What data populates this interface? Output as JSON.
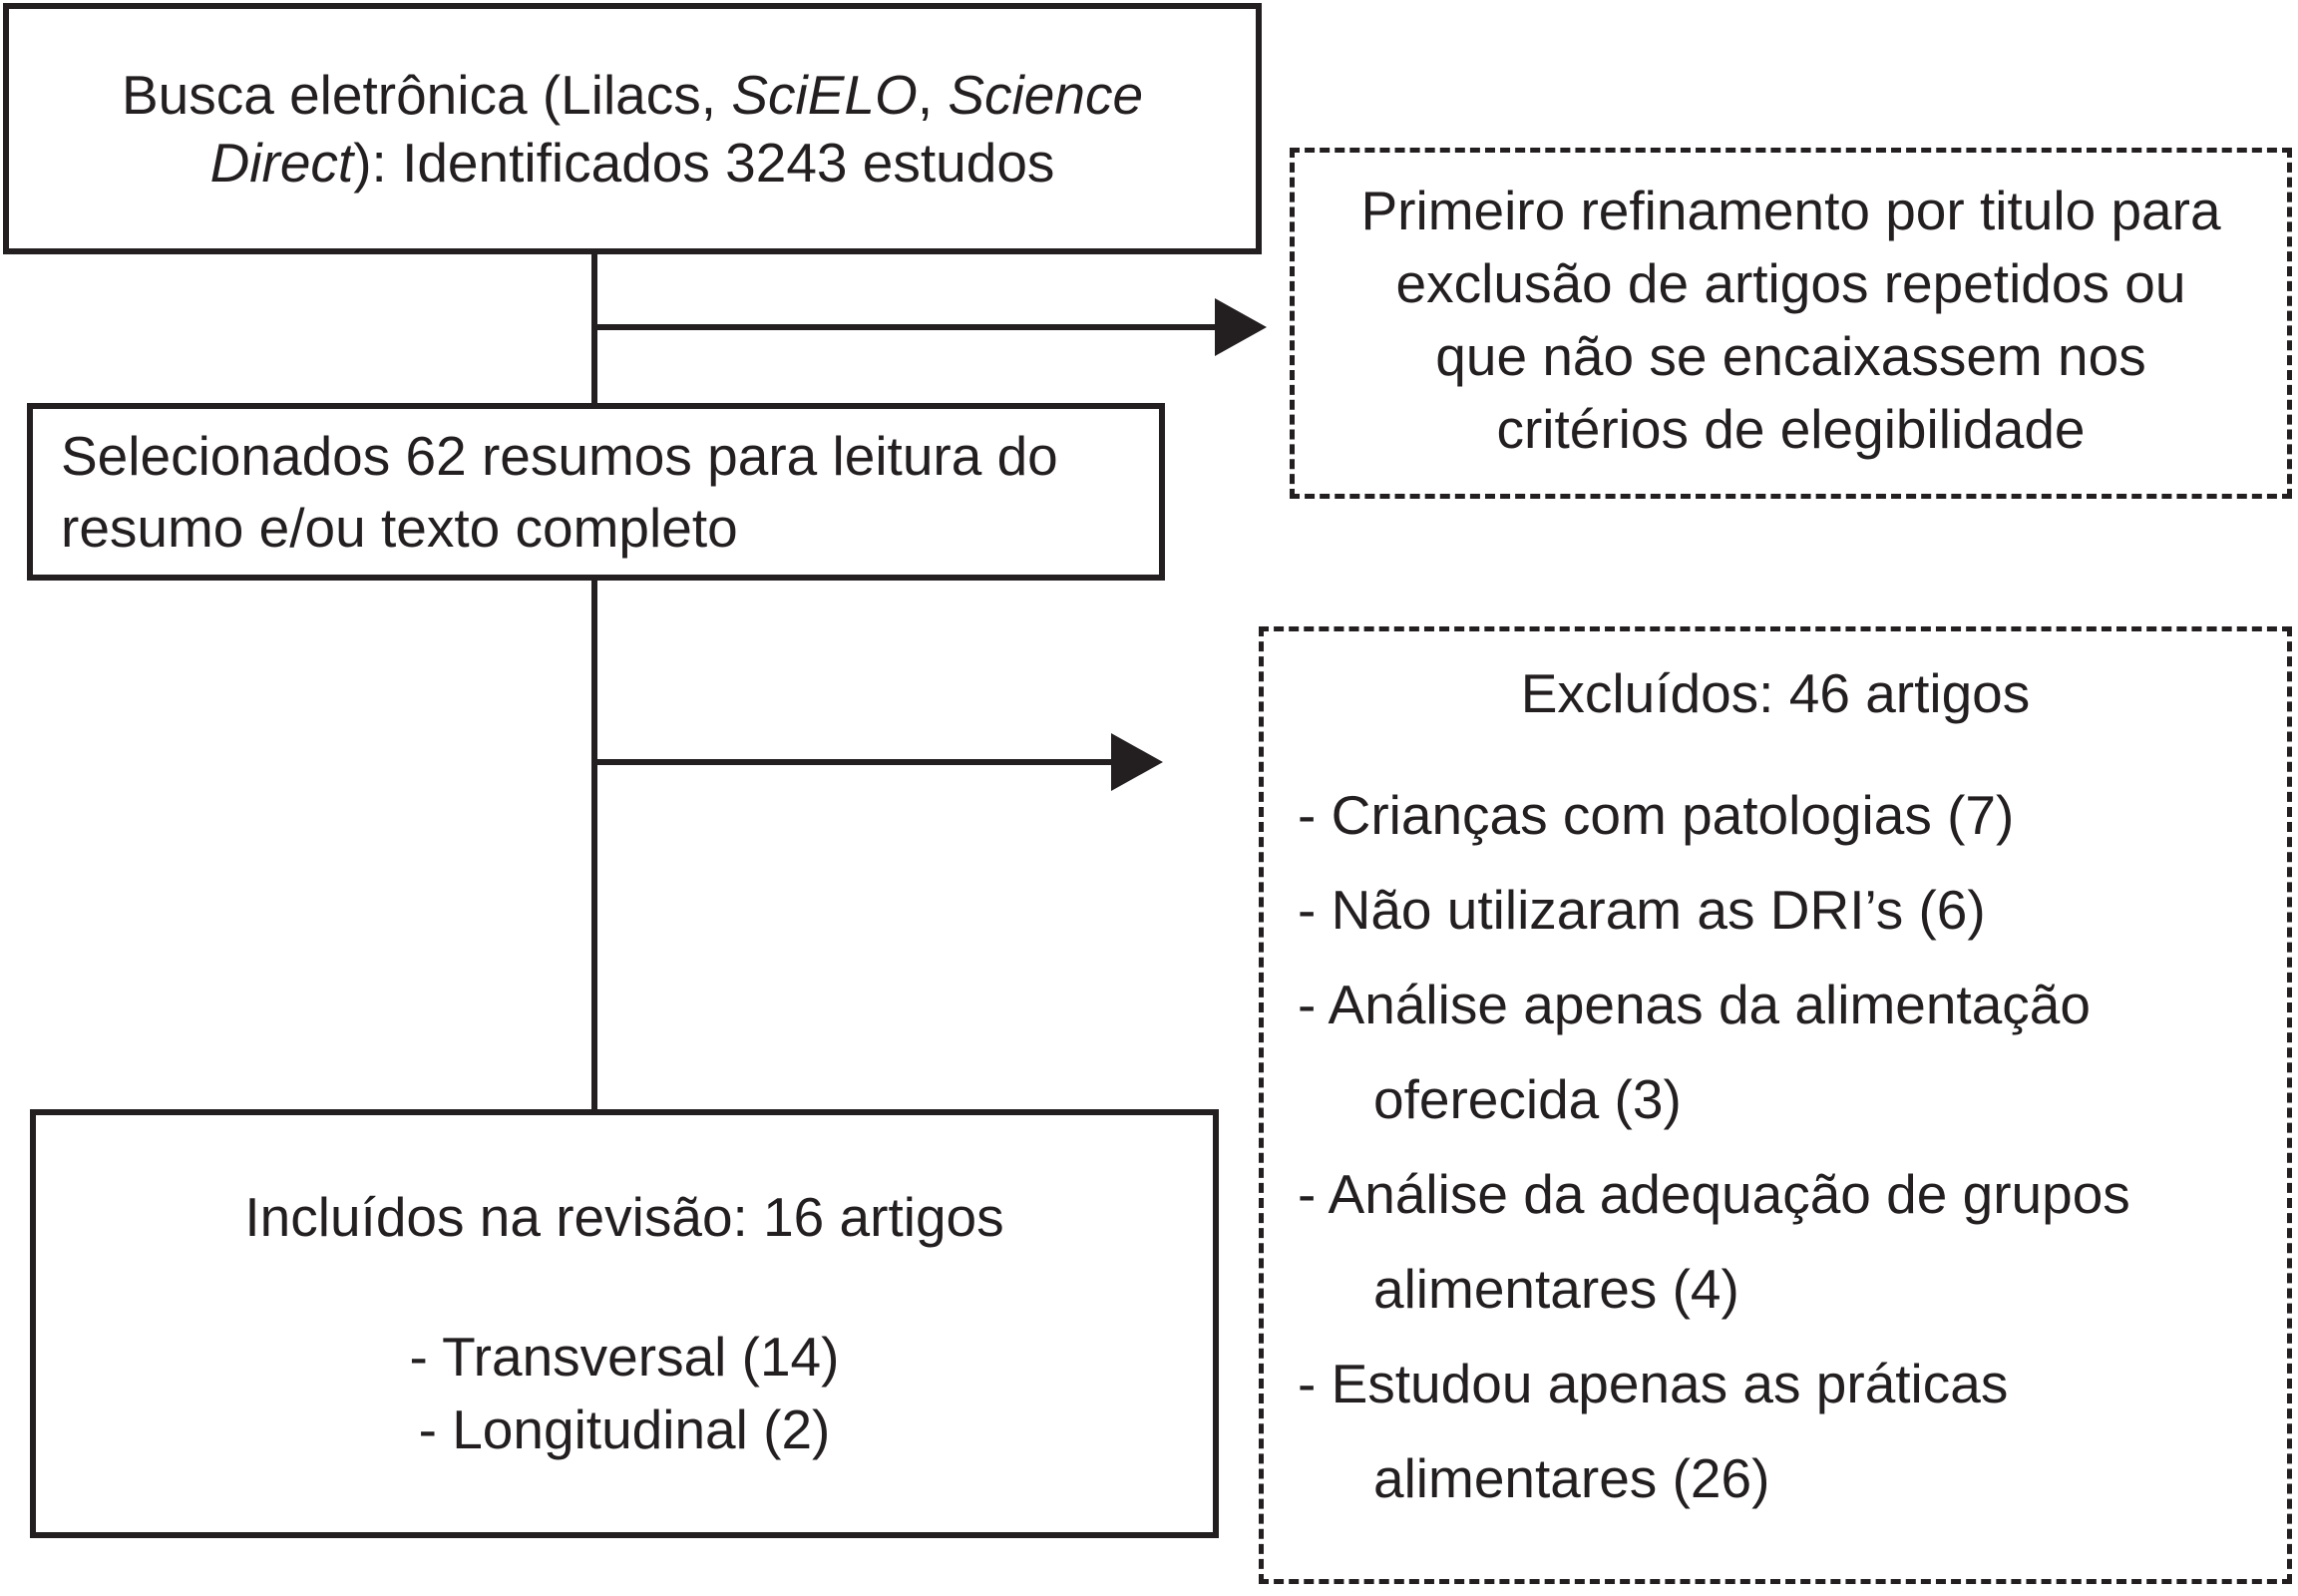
{
  "diagram": {
    "type": "flowchart",
    "language": "pt-BR",
    "colors": {
      "ink": "#231f20",
      "background": "#ffffff"
    },
    "icons": {
      "arrowhead_right": "filled-right-triangle"
    },
    "boxes": {
      "busca": {
        "style": "solid",
        "lines": [
          {
            "segments": [
              {
                "text": "Busca eletrônica (Lilacs, ",
                "italic": false
              },
              {
                "text": "SciELO",
                "italic": true
              },
              {
                "text": ", ",
                "italic": false
              },
              {
                "text": "Science",
                "italic": true
              }
            ]
          },
          {
            "segments": [
              {
                "text": "Direct",
                "italic": true
              },
              {
                "text": "): Identificados 3243 estudos",
                "italic": false
              }
            ]
          }
        ]
      },
      "refinamento": {
        "style": "dashed",
        "lines": [
          "Primeiro refinamento por titulo para",
          "exclusão de artigos repetidos ou",
          "que não se encaixassem nos",
          "critérios de elegibilidade"
        ]
      },
      "selecionados": {
        "style": "solid",
        "lines": [
          "Selecionados 62 resumos para leitura do",
          "resumo e/ou texto completo"
        ]
      },
      "excluidos": {
        "style": "dashed",
        "title": "Excluídos: 46 artigos",
        "items": [
          {
            "lines": [
              "- Crianças com patologias (7)"
            ]
          },
          {
            "lines": [
              "- Não utilizaram as DRI’s (6)"
            ]
          },
          {
            "lines": [
              "- Análise apenas da alimentação",
              "oferecida (3)"
            ]
          },
          {
            "lines": [
              "- Análise da adequação de grupos",
              "alimentares (4)"
            ]
          },
          {
            "lines": [
              "- Estudou apenas as práticas",
              "alimentares (26)"
            ]
          }
        ]
      },
      "incluidos": {
        "style": "solid",
        "title": "Incluídos na revisão: 16 artigos",
        "items": [
          "- Transversal (14)",
          "- Longitudinal (2)"
        ]
      }
    }
  }
}
